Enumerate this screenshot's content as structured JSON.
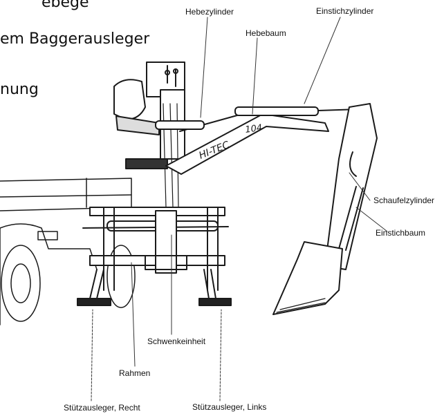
{
  "slide_text": {
    "line1": "ebege",
    "line2": "em Baggerausleger",
    "line3": "nung"
  },
  "labels": {
    "hebezylinder": "Hebezylinder",
    "einstichzylinder": "Einstichzylinder",
    "hebebaum": "Hebebaum",
    "schaufelzylinder": "Schaufelzylinder",
    "einstichbaum": "Einstichbaum",
    "schwenkeinheit": "Schwenkeinheit",
    "rahmen": "Rahmen",
    "stuetz_recht": "Stützausleger, Recht",
    "stuetz_links": "Stützausleger, Links"
  },
  "boom_marking": {
    "brand": "HI-TEC",
    "model": "104"
  }
}
